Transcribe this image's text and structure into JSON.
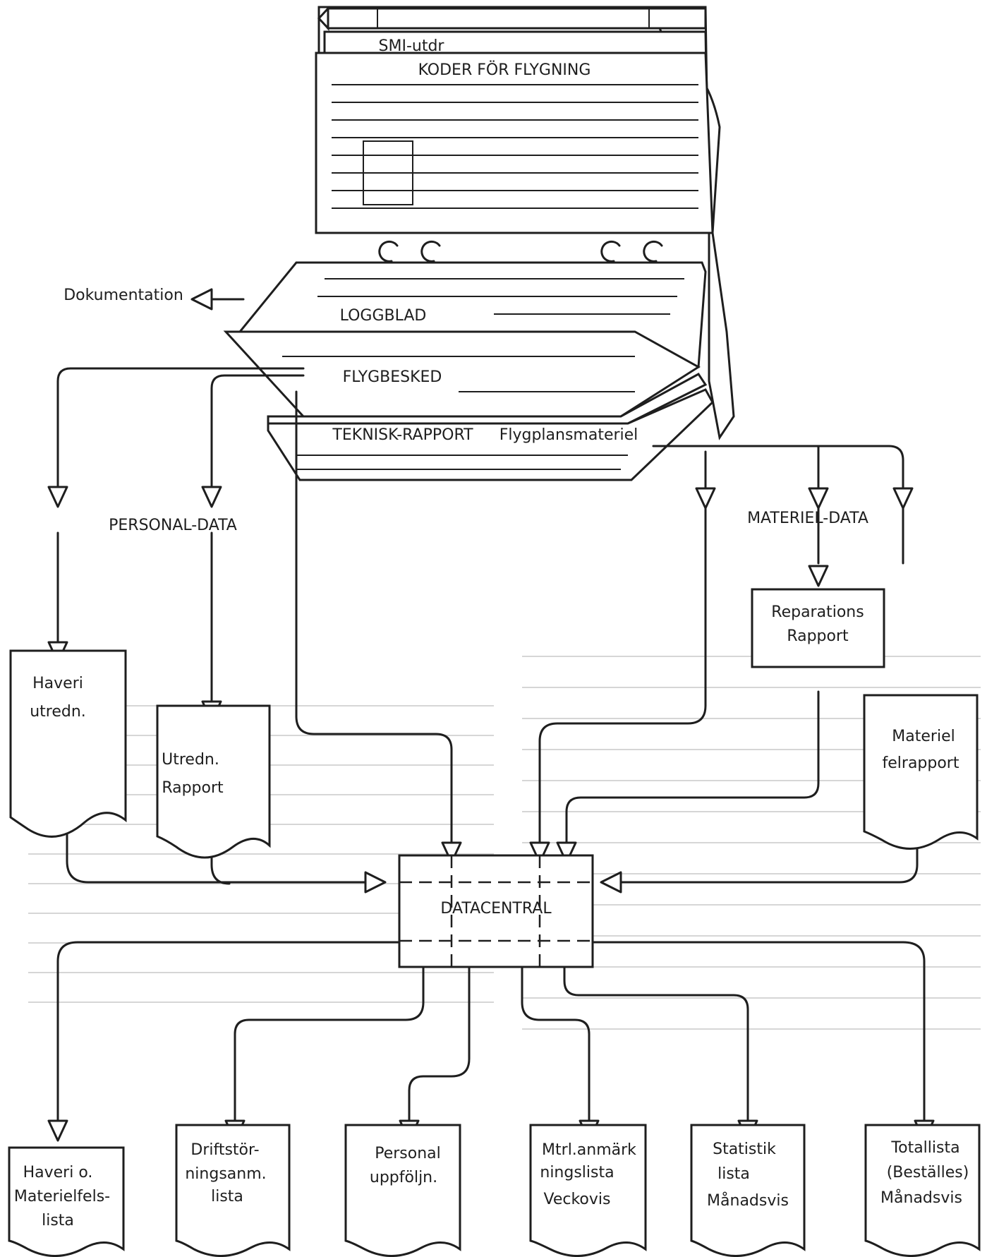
{
  "book": {
    "tab_smi": "SMI-utdr",
    "page_koder": "KODER FÖR FLYGNING",
    "page_loggblad": "LOGGBLAD",
    "page_flygbesked": "FLYGBESKED",
    "page_teknisk": "TEKNISK-RAPPORT",
    "page_flygplansmateriel": "Flygplansmateriel"
  },
  "labels": {
    "dokumentation": "Dokumentation",
    "personal_data": "PERSONAL-DATA",
    "materiel_data": "MATERIEL-DATA",
    "datacentral": "DATACENTRAL"
  },
  "inputs": {
    "haveri_utredn": [
      "Haveri",
      "utredn."
    ],
    "utredn_rapport": [
      "Utredn.",
      "Rapport"
    ],
    "reparations_rapport": [
      "Reparations",
      "Rapport"
    ],
    "materiel_felrapport": [
      "Materiel",
      "felrapport"
    ]
  },
  "outputs": {
    "haveri_materielfelslista": [
      "Haveri o.",
      "Materielfels-",
      "lista"
    ],
    "driftstorningsanm_lista": [
      "Driftstör-",
      "ningsanm.",
      "lista"
    ],
    "personal_uppfoljn": [
      "Personal",
      "uppföljn."
    ],
    "mtrl_anmarkningslista": [
      "Mtrl.anmärk",
      "ningslista",
      "Veckovis"
    ],
    "statistik_lista": [
      "Statistik",
      "lista",
      "Månadsvis"
    ],
    "totallista": [
      "Totallista",
      "(Beställes)",
      "Månadsvis"
    ]
  }
}
